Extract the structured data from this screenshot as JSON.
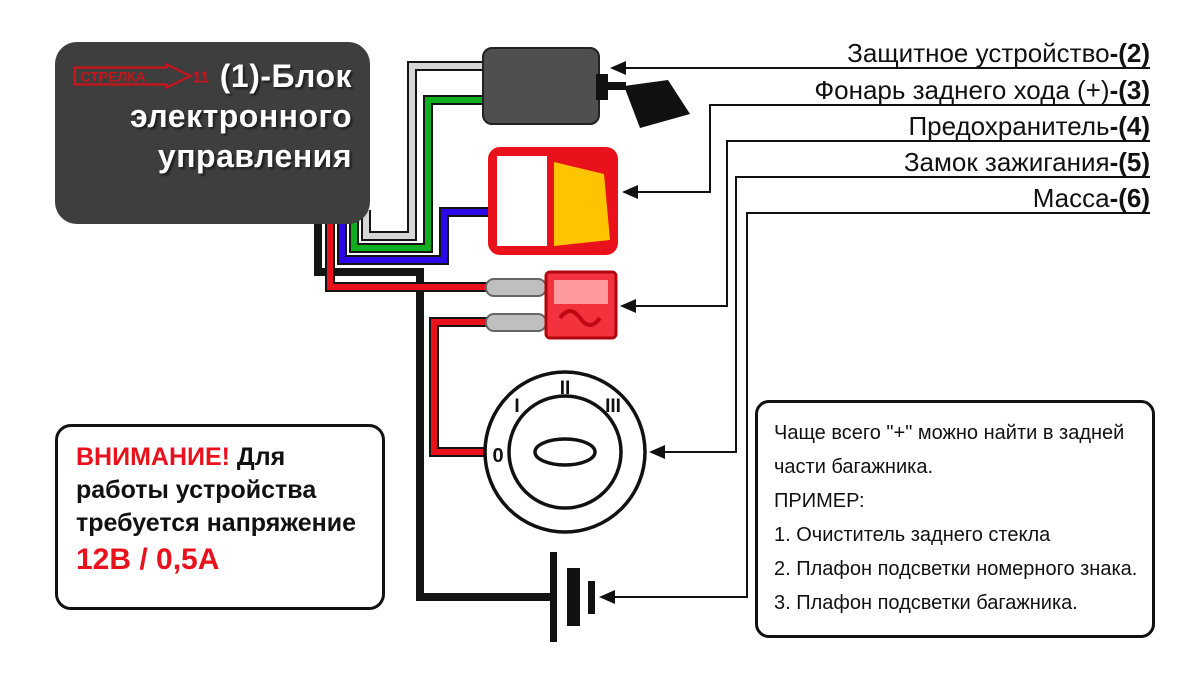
{
  "header": {
    "logo_text": "СТРЕЛКА",
    "logo_number": "11",
    "block_label_lines": [
      "(1)-Блок",
      "электронного",
      "управления"
    ]
  },
  "labels": [
    {
      "text": "Защитное устройство",
      "ref": "-(2)"
    },
    {
      "text": "Фонарь заднего хода (+)",
      "ref": "-(3)"
    },
    {
      "text": "Предохранитель",
      "ref": "-(4)"
    },
    {
      "text": "Замок зажигания",
      "ref": "-(5)"
    },
    {
      "text": "Масса",
      "ref": "-(6)"
    }
  ],
  "ignition": {
    "positions": [
      "0",
      "I",
      "II",
      "III"
    ]
  },
  "attention": {
    "warning": "ВНИМАНИЕ!",
    "line1_rest": " Для",
    "line2": "работы устройства",
    "line3": "требуется напряжение",
    "value": "12В / 0,5А"
  },
  "info": {
    "lines": [
      "Чаще всего \"+\" можно найти в задней",
      "части багажника.",
      "ПРИМЕР:",
      "1. Очиститель заднего стекла",
      "2. Плафон подсветки номерного знака.",
      "3. Плафон подсветки багажника."
    ]
  },
  "colors": {
    "accent_red": "#e8111c",
    "wire_white": "#d6d6d6",
    "wire_green": "#0faf1f",
    "wire_blue": "#2a08e8",
    "wire_red": "#e8111c",
    "wire_black": "#141414",
    "lamp_yellow": "#ffc400",
    "device_gray": "#4f4f4f"
  }
}
